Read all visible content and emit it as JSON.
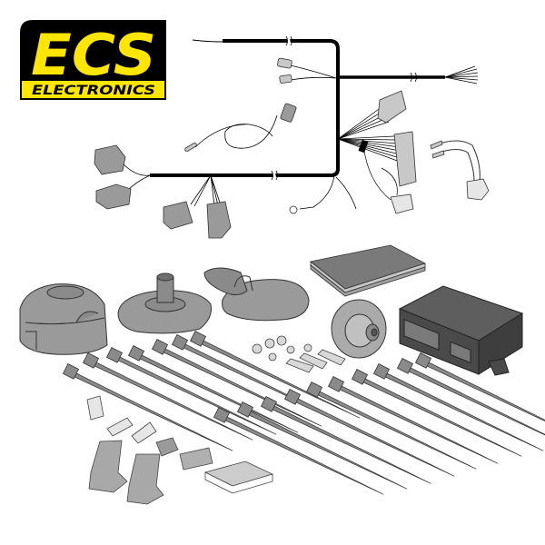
{
  "brand": {
    "name": "ECS",
    "subtitle": "ELECTRONICS",
    "colors": {
      "yellow": "#FFE600",
      "black": "#000000"
    }
  },
  "product": {
    "type": "towbar wiring kit",
    "components": [
      {
        "name": "wiring-harness",
        "icon": "harness-icon"
      },
      {
        "name": "7-pin-socket",
        "icon": "socket-icon"
      },
      {
        "name": "socket-mounting-plate",
        "icon": "mount-plate-icon"
      },
      {
        "name": "rubber-gasket",
        "icon": "gasket-icon"
      },
      {
        "name": "grommet",
        "icon": "grommet-icon"
      },
      {
        "name": "control-module",
        "icon": "module-icon"
      },
      {
        "name": "instruction-booklet",
        "icon": "booklet-icon"
      },
      {
        "name": "cable-ties",
        "icon": "cable-tie-icon",
        "count": 17
      },
      {
        "name": "nuts-washers-bolts",
        "icon": "hardware-icon"
      },
      {
        "name": "fuse",
        "icon": "fuse-icon"
      },
      {
        "name": "crimp-terminals",
        "icon": "terminal-icon"
      },
      {
        "name": "scotch-lock-connectors",
        "icon": "scotch-lock-icon"
      },
      {
        "name": "connector-plugs",
        "icon": "plug-icon"
      },
      {
        "name": "foam-pads",
        "icon": "foam-pad-icon"
      }
    ]
  },
  "colors": {
    "part_fill": "#9a9a9a",
    "part_fill_light": "#c8c8c8",
    "part_fill_dark": "#6e6e6e",
    "outline": "#333333",
    "cable": "#000000"
  }
}
